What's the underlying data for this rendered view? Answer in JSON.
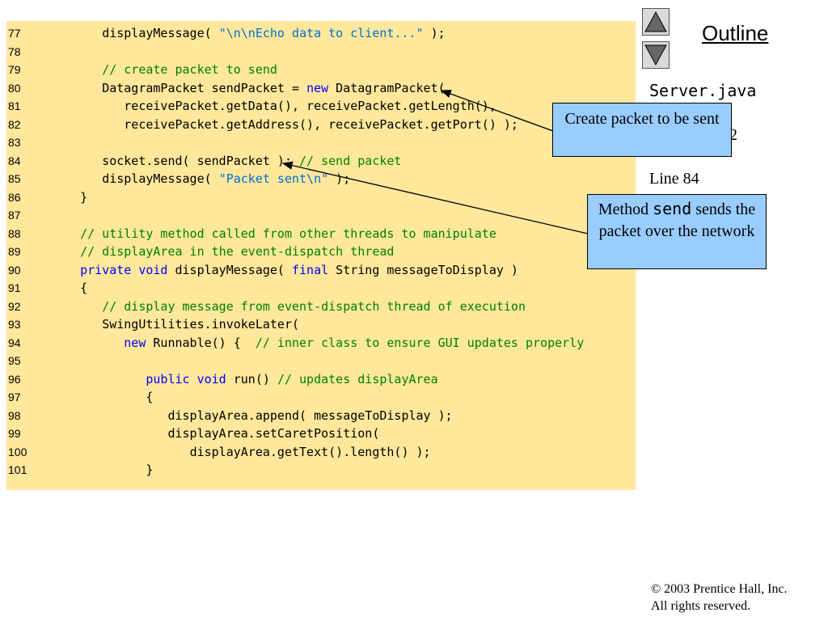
{
  "code": {
    "lines": [
      {
        "n": "77",
        "indent": 6,
        "tokens": [
          {
            "t": "displayMessage( ",
            "c": "plain"
          },
          {
            "t": "\"\\n\\nEcho data to client...\"",
            "c": "string"
          },
          {
            "t": " );",
            "c": "plain"
          }
        ]
      },
      {
        "n": "78",
        "indent": 0,
        "tokens": []
      },
      {
        "n": "79",
        "indent": 6,
        "tokens": [
          {
            "t": "// create packet to send",
            "c": "comment"
          }
        ]
      },
      {
        "n": "80",
        "indent": 6,
        "tokens": [
          {
            "t": "DatagramPacket sendPacket = ",
            "c": "plain"
          },
          {
            "t": "new",
            "c": "keyword"
          },
          {
            "t": " DatagramPacket(",
            "c": "plain"
          }
        ]
      },
      {
        "n": "81",
        "indent": 9,
        "tokens": [
          {
            "t": "receivePacket.getData(), receivePacket.getLength(),",
            "c": "plain"
          }
        ]
      },
      {
        "n": "82",
        "indent": 9,
        "tokens": [
          {
            "t": "receivePacket.getAddress(), receivePacket.getPort() );",
            "c": "plain"
          }
        ]
      },
      {
        "n": "83",
        "indent": 0,
        "tokens": []
      },
      {
        "n": "84",
        "indent": 6,
        "tokens": [
          {
            "t": "socket.send( sendPacket ); ",
            "c": "plain"
          },
          {
            "t": "// send packet",
            "c": "comment"
          }
        ]
      },
      {
        "n": "85",
        "indent": 6,
        "tokens": [
          {
            "t": "displayMessage( ",
            "c": "plain"
          },
          {
            "t": "\"Packet sent\\n\"",
            "c": "string"
          },
          {
            "t": " );",
            "c": "plain"
          }
        ]
      },
      {
        "n": "86",
        "indent": 3,
        "tokens": [
          {
            "t": "}",
            "c": "plain"
          }
        ]
      },
      {
        "n": "87",
        "indent": 0,
        "tokens": []
      },
      {
        "n": "88",
        "indent": 3,
        "tokens": [
          {
            "t": "// utility method called from other threads to manipulate",
            "c": "comment"
          }
        ]
      },
      {
        "n": "89",
        "indent": 3,
        "tokens": [
          {
            "t": "// displayArea in the event-dispatch thread",
            "c": "comment"
          }
        ]
      },
      {
        "n": "90",
        "indent": 3,
        "tokens": [
          {
            "t": "private",
            "c": "keyword"
          },
          {
            "t": " ",
            "c": "plain"
          },
          {
            "t": "void",
            "c": "keyword"
          },
          {
            "t": " displayMessage( ",
            "c": "plain"
          },
          {
            "t": "final",
            "c": "keyword"
          },
          {
            "t": " String messageToDisplay )",
            "c": "plain"
          }
        ]
      },
      {
        "n": "91",
        "indent": 3,
        "tokens": [
          {
            "t": "{",
            "c": "plain"
          }
        ]
      },
      {
        "n": "92",
        "indent": 6,
        "tokens": [
          {
            "t": "// display message from event-dispatch thread of execution",
            "c": "comment"
          }
        ]
      },
      {
        "n": "93",
        "indent": 6,
        "tokens": [
          {
            "t": "SwingUtilities.invokeLater(",
            "c": "plain"
          }
        ]
      },
      {
        "n": "94",
        "indent": 9,
        "tokens": [
          {
            "t": "new",
            "c": "keyword"
          },
          {
            "t": " Runnable() {  ",
            "c": "plain"
          },
          {
            "t": "// inner class to ensure GUI updates properly",
            "c": "comment"
          }
        ]
      },
      {
        "n": "95",
        "indent": 0,
        "tokens": []
      },
      {
        "n": "96",
        "indent": 12,
        "tokens": [
          {
            "t": "public",
            "c": "keyword"
          },
          {
            "t": " ",
            "c": "plain"
          },
          {
            "t": "void",
            "c": "keyword"
          },
          {
            "t": " run() ",
            "c": "plain"
          },
          {
            "t": "// updates displayArea",
            "c": "comment"
          }
        ]
      },
      {
        "n": "97",
        "indent": 12,
        "tokens": [
          {
            "t": "{",
            "c": "plain"
          }
        ]
      },
      {
        "n": "98",
        "indent": 15,
        "tokens": [
          {
            "t": "displayArea.append( messageToDisplay );",
            "c": "plain"
          }
        ]
      },
      {
        "n": "99",
        "indent": 15,
        "tokens": [
          {
            "t": "displayArea.setCaretPosition(",
            "c": "plain"
          }
        ]
      },
      {
        "n": "100",
        "indent": 18,
        "tokens": [
          {
            "t": "displayArea.getText().length() );",
            "c": "plain"
          }
        ]
      },
      {
        "n": "101",
        "indent": 12,
        "tokens": [
          {
            "t": "}",
            "c": "plain"
          }
        ]
      }
    ]
  },
  "sidebar": {
    "outline_title": "Outline",
    "file_name": "Server.java",
    "line_ref_partial": "2",
    "line_ref": "Line 84",
    "nav_up_icon": "triangle-up-icon",
    "nav_down_icon": "triangle-down-icon"
  },
  "callouts": {
    "create_packet": "Create packet to be sent",
    "send_before": "Method ",
    "send_code": "send",
    "send_after": " sends the packet over the network"
  },
  "footer": {
    "symbol": "©",
    "line1": " 2003 Prentice Hall, Inc.",
    "line2": "All rights reserved."
  },
  "colors": {
    "code_bg": "#ffe79c",
    "callout_bg": "#99ccff",
    "keyword": "#0000ff",
    "comment": "#008000",
    "string": "#0070d0"
  }
}
